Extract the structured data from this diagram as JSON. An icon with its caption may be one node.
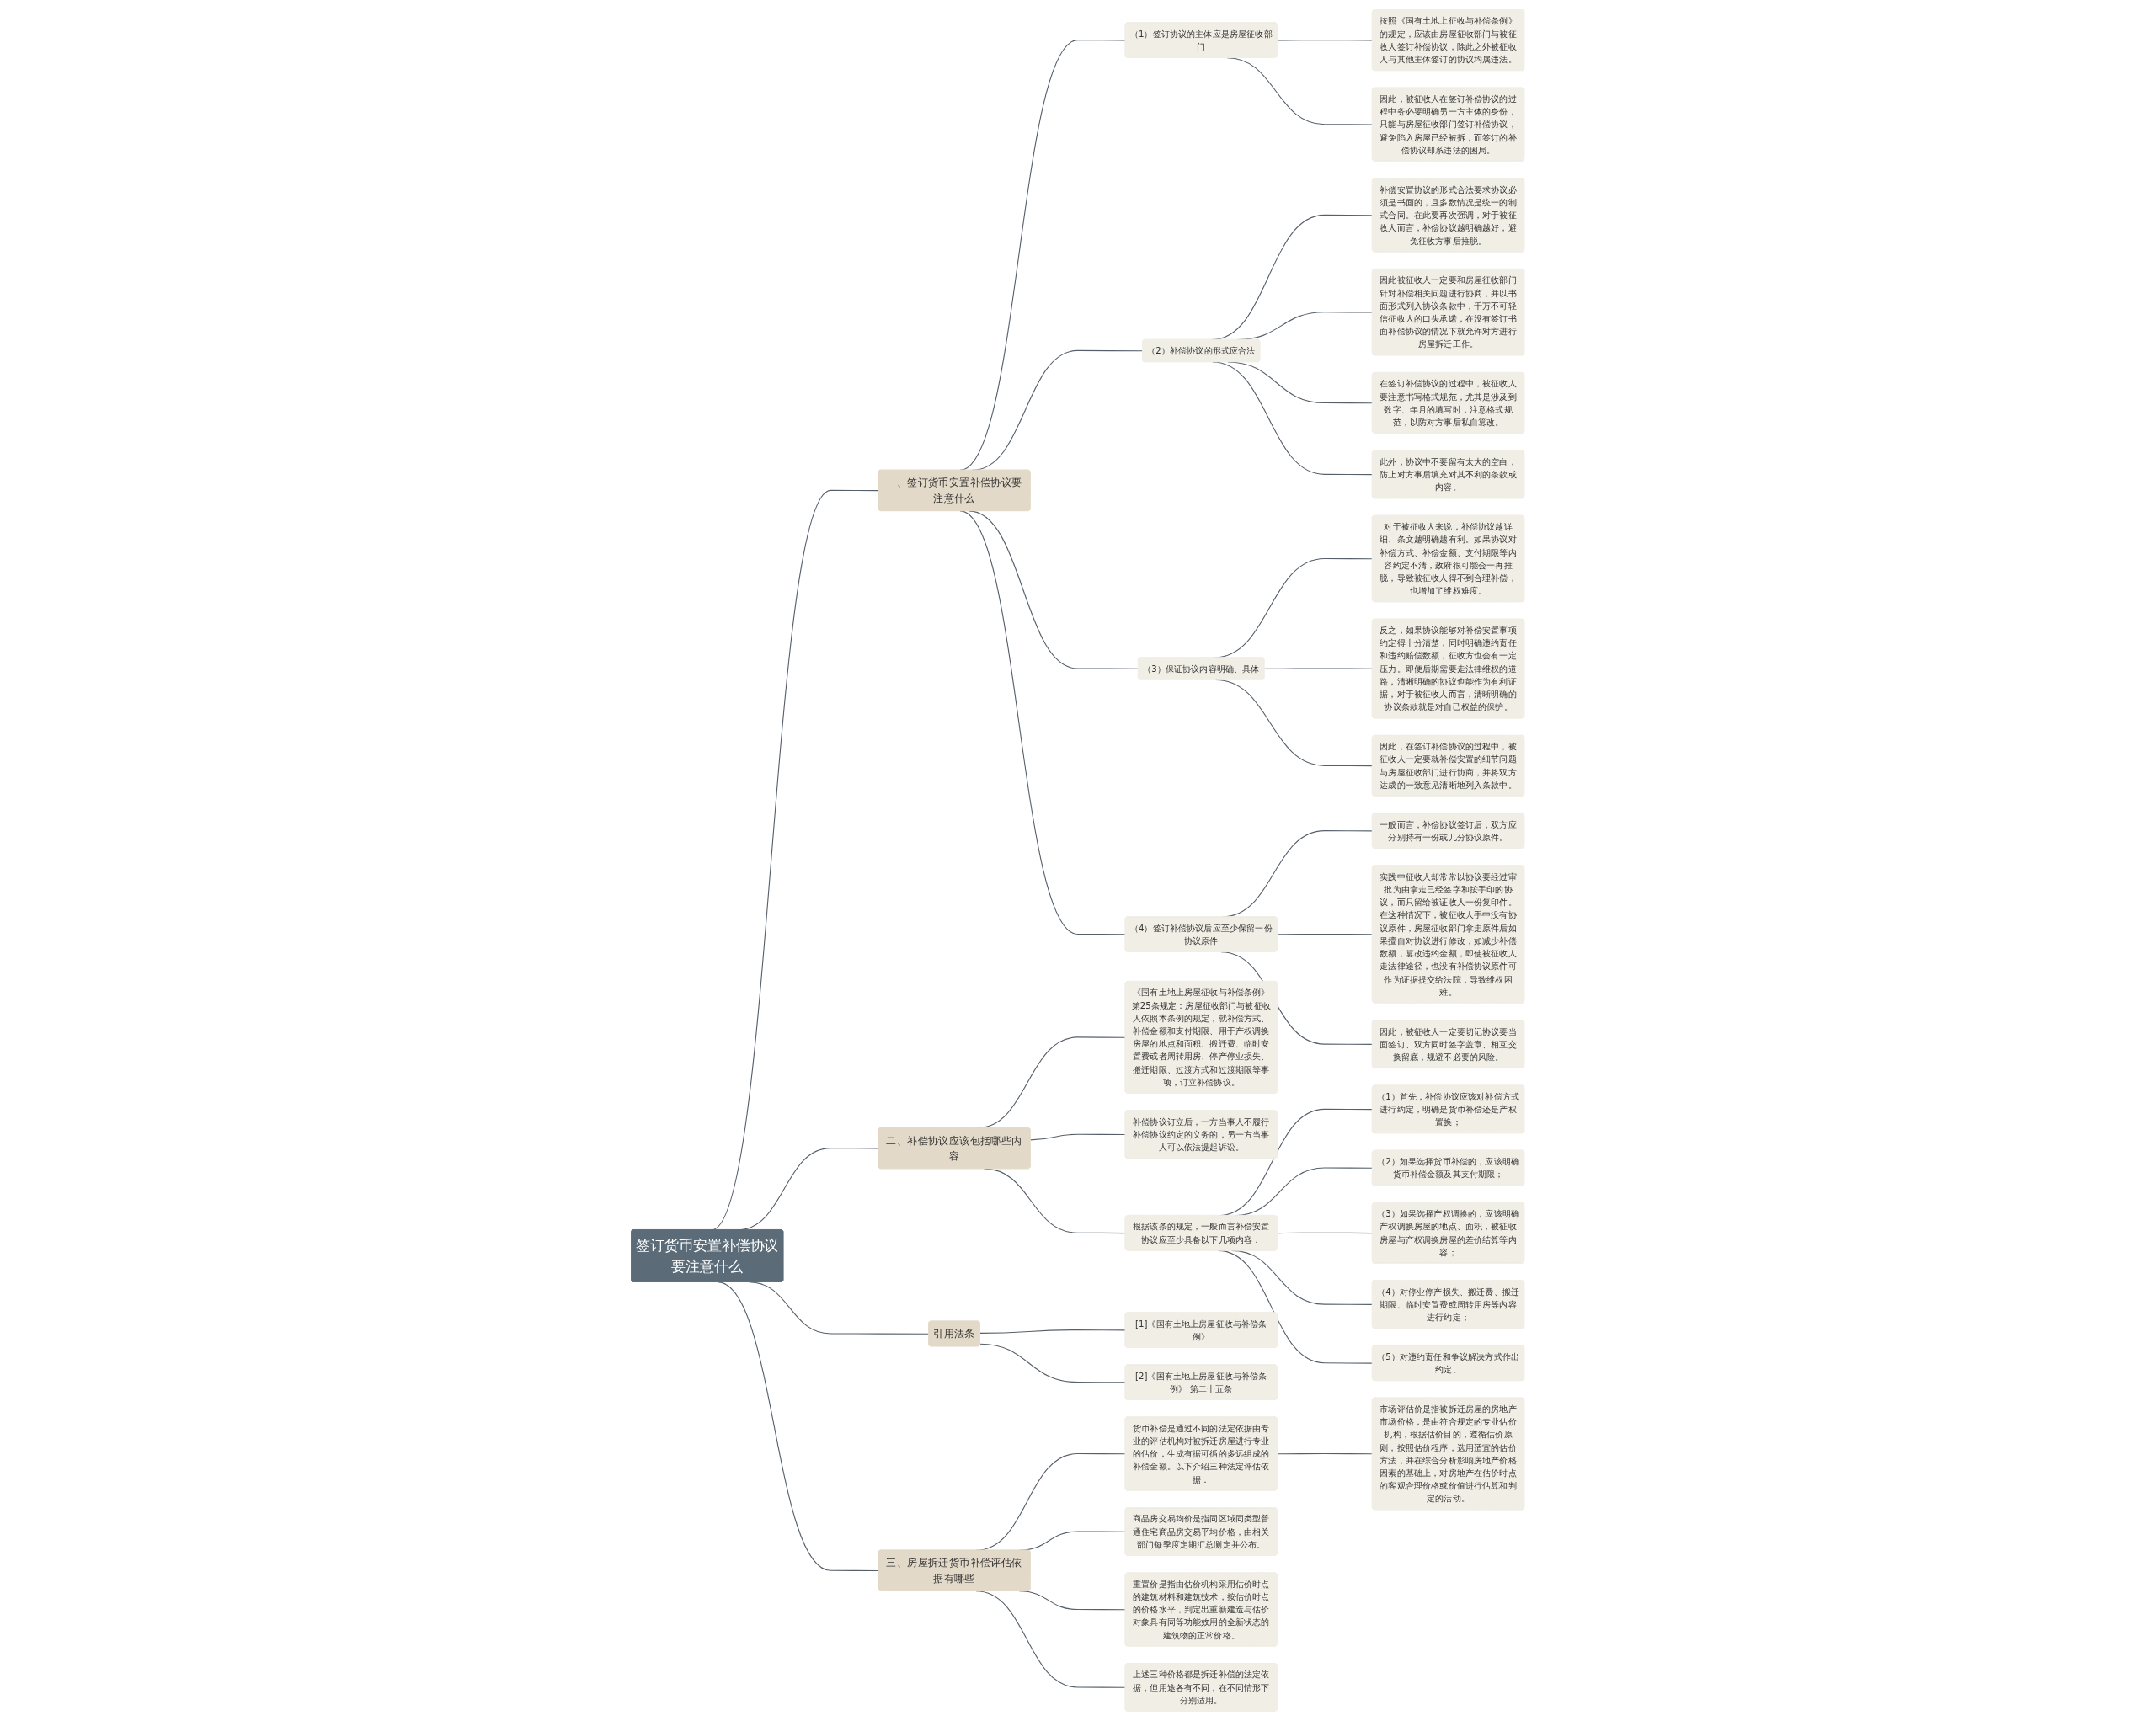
{
  "diagram": {
    "nodes": [
      {
        "text": [
          "签订货币安置补偿协议要注意什么"
        ]
      },
      {
        "text": [
          "一、签订货币安置补偿协议要注意什么"
        ]
      },
      {
        "text": [
          "（1）签订协议的主体应是房屋征收部门"
        ]
      },
      {
        "text": [
          "按照《国有土地上征收与补偿条例》的规定，应该由房屋征收部门与被征收人签订补偿协议，除此之外被征收人与其他主体签订的协议均属违法。"
        ]
      },
      {
        "text": [
          "因此，被征收人在签订补偿协议的过程中务必要明确另一方主体的身份，只能与房屋征收部门签订补偿协议，避免陷入房屋已经被拆，而签订的补偿协议却系违法的困局。"
        ]
      },
      {
        "text": [
          "（2）补偿协议的形式应合法"
        ]
      },
      {
        "text": [
          "补偿安置协议的形式合法要求协议必须是书面的，且多数情况是统一的制式合同。在此要再次强调，对于被征收人而言，补偿协议越明确越好，避免征收方事后推脱。"
        ]
      },
      {
        "text": [
          "因此被征收人一定要和房屋征收部门针对补偿相关问题进行协商，并以书面形式列入协议条款中，千万不可轻信征收人的口头承诺，在没有签订书面补偿协议的情况下就允许对方进行房屋拆迁工作。"
        ]
      },
      {
        "text": [
          "在签订补偿协议的过程中，被征收人要注意书写格式规范，尤其是涉及到数字、年月的填写时，注意格式规范，以防对方事后私自篡改。"
        ]
      },
      {
        "text": [
          "此外，协议中不要留有太大的空白，防止对方事后填充对其不利的条款或内容。"
        ]
      },
      {
        "text": [
          "（3）保证协议内容明确、具体"
        ]
      },
      {
        "text": [
          "对于被征收人来说，补偿协议越详细、条文越明确越有利。如果协议对补偿方式、补偿金额、支付期限等内容约定不清，政府很可能会一再推脱，导致被征收人得不到合理补偿，也增加了维权难度。"
        ]
      },
      {
        "text": [
          "反之，如果协议能够对补偿安置事项约定得十分清楚，同时明确违约责任和违约赔偿数额，征收方也会有一定压力。即便后期需要走法律维权的道路，清晰明确的协议也能作为有利证据，对于被征收人而言，清晰明确的协议条款就是对自己权益的保护。"
        ]
      },
      {
        "text": [
          "因此，在签订补偿协议的过程中，被征收人一定要就补偿安置的细节问题与房屋征收部门进行协商，并将双方达成的一致意见清晰地列入条款中。"
        ]
      },
      {
        "text": [
          "（4）签订补偿协议后应至少保留一份协议原件"
        ]
      },
      {
        "text": [
          "一般而言，补偿协议签订后，双方应分别持有一份或几分协议原件。"
        ]
      },
      {
        "text": [
          "实践中征收人却常常以协议要经过审批为由拿走已经签字和按手印的协议，而只留给被证收人一份复印件。在这种情况下，被征收人手中没有协议原件，房屋征收部门拿走原件后如果擅自对协议进行修改，如减少补偿数额，篡改违约金额，即使被征收人走法律途径，也没有补偿协议原件可作为证据提交给法院，导致维权困难。"
        ]
      },
      {
        "text": [
          "因此，被征收人一定要切记协议要当面签订、双方同时签字盖章、相互交换留底，规避不必要的风险。"
        ]
      },
      {
        "text": [
          "二、补偿协议应该包括哪些内容"
        ]
      },
      {
        "text": [
          "《国有土地上房屋征收与补偿条例》第25条规定：房屋征收部门与被征收人依照本条例的规定，就补偿方式、补偿金额和支付期限、用于产权调换房屋的地点和面积、搬迁费、临时安置费或者周转用房、停产停业损失、搬迁期限、过渡方式和过渡期限等事项，订立补偿协议。"
        ]
      },
      {
        "text": [
          "补偿协议订立后，一方当事人不履行补偿协议约定的义务的，另一方当事人可以依法提起诉讼。"
        ]
      },
      {
        "text": [
          "根据该条的规定，一般而言补偿安置协议应至少具备以下几项内容："
        ]
      },
      {
        "text": [
          "（1）首先，补偿协议应该对补偿方式进行约定，明确是货币补偿还是产权置换；"
        ]
      },
      {
        "text": [
          "（2）如果选择货币补偿的，应该明确货币补偿金额及其支付期限；"
        ]
      },
      {
        "text": [
          "（3）如果选择产权调换的，应该明确产权调换房屋的地点、面积，被征收房屋与产权调换房屋的差价结算等内容；"
        ]
      },
      {
        "text": [
          "（4）对停业停产损失、搬迁费、搬迁期限、临时安置费或周转用房等内容进行约定；"
        ]
      },
      {
        "text": [
          "（5）对违约责任和争议解决方式作出约定。"
        ]
      },
      {
        "text": [
          "引用法条"
        ]
      },
      {
        "text": [
          "[1]《国有土地上房屋征收与补偿条例》"
        ]
      },
      {
        "text": [
          "[2]《国有土地上房屋征收与补偿条例》 第二十五条"
        ]
      },
      {
        "text": [
          "三、房屋拆迁货币补偿评估依据有哪些"
        ]
      },
      {
        "text": [
          "货币补偿是通过不同的法定依据由专业的评估机构对被拆迁房屋进行专业的估价，生成有据可循的多远组成的补偿金额。以下介绍三种法定评估依据："
        ]
      },
      {
        "text": [
          "市场评估价是指被拆迁房屋的房地产市场价格，是由符合规定的专业估价机构，根据估价目的，遵循估价原则，按照估价程序，选用适宜的估价方法，并在综合分析影响房地产价格因素的基础上，对房地产在估价时点的客观合理价格或价值进行估算和判定的活动。"
        ]
      },
      {
        "text": [
          "商品房交易均价是指同区域同类型普通住宅商品房交易平均价格，由相关部门每季度定期汇总测定并公布。"
        ]
      },
      {
        "text": [
          "重置价是指由估价机构采用估价时点的建筑材料和建筑技术，按估价时点的价格水平，判定出重新建造与估价对象具有同等功能效用的全新状态的建筑物的正常价格。"
        ]
      },
      {
        "text": [
          "上述三种价格都是拆迁补偿的法定依据，但用途各有不同，在不同情形下分别适用。"
        ]
      }
    ],
    "edges": [
      {
        "from": 0,
        "to": 1,
        "arrow": "none"
      },
      {
        "from": 1,
        "to": 2,
        "arrow": "none"
      },
      {
        "from": 2,
        "to": 3,
        "arrow": "none"
      },
      {
        "from": 2,
        "to": 4,
        "arrow": "none"
      },
      {
        "from": 1,
        "to": 5,
        "arrow": "none"
      },
      {
        "from": 5,
        "to": 6,
        "arrow": "none"
      },
      {
        "from": 5,
        "to": 7,
        "arrow": "none"
      },
      {
        "from": 5,
        "to": 8,
        "arrow": "none"
      },
      {
        "from": 5,
        "to": 9,
        "arrow": "none"
      },
      {
        "from": 1,
        "to": 10,
        "arrow": "none"
      },
      {
        "from": 10,
        "to": 11,
        "arrow": "none"
      },
      {
        "from": 10,
        "to": 12,
        "arrow": "none"
      },
      {
        "from": 10,
        "to": 13,
        "arrow": "none"
      },
      {
        "from": 1,
        "to": 14,
        "arrow": "none"
      },
      {
        "from": 14,
        "to": 15,
        "arrow": "none"
      },
      {
        "from": 14,
        "to": 16,
        "arrow": "none"
      },
      {
        "from": 14,
        "to": 17,
        "arrow": "none"
      },
      {
        "from": 0,
        "to": 18,
        "arrow": "none"
      },
      {
        "from": 18,
        "to": 19,
        "arrow": "none"
      },
      {
        "from": 18,
        "to": 20,
        "arrow": "none"
      },
      {
        "from": 18,
        "to": 21,
        "arrow": "none"
      },
      {
        "from": 21,
        "to": 22,
        "arrow": "none"
      },
      {
        "from": 21,
        "to": 23,
        "arrow": "none"
      },
      {
        "from": 21,
        "to": 24,
        "arrow": "none"
      },
      {
        "from": 21,
        "to": 25,
        "arrow": "none"
      },
      {
        "from": 21,
        "to": 26,
        "arrow": "none"
      },
      {
        "from": 0,
        "to": 27,
        "arrow": "none"
      },
      {
        "from": 27,
        "to": 28,
        "arrow": "none"
      },
      {
        "from": 27,
        "to": 29,
        "arrow": "none"
      },
      {
        "from": 0,
        "to": 30,
        "arrow": "none"
      },
      {
        "from": 30,
        "to": 31,
        "arrow": "none"
      },
      {
        "from": 31,
        "to": 32,
        "arrow": "none"
      },
      {
        "from": 30,
        "to": 33,
        "arrow": "none"
      },
      {
        "from": 30,
        "to": 34,
        "arrow": "none"
      },
      {
        "from": 30,
        "to": 35,
        "arrow": "none"
      }
    ]
  }
}
